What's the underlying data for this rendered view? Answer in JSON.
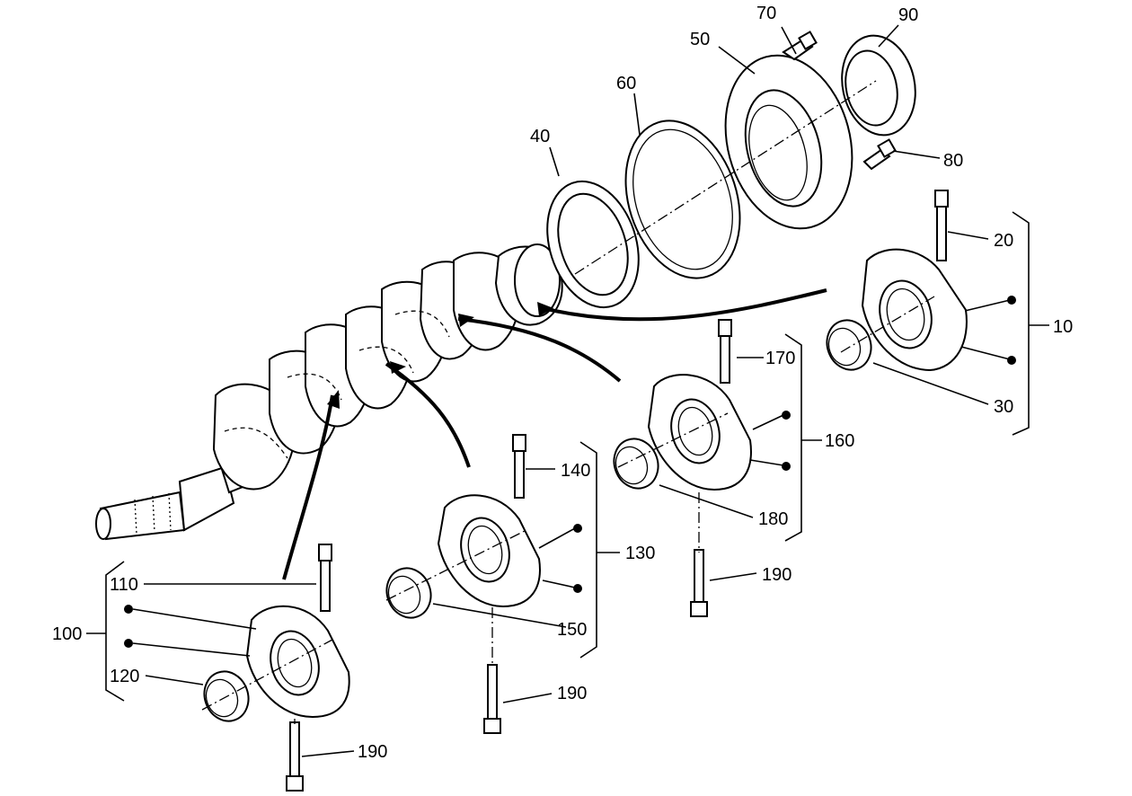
{
  "callouts": {
    "c10": "10",
    "c20": "20",
    "c30": "30",
    "c40": "40",
    "c50": "50",
    "c60": "60",
    "c70": "70",
    "c80": "80",
    "c90": "90",
    "c100": "100",
    "c110": "110",
    "c120": "120",
    "c130": "130",
    "c140": "140",
    "c150": "150",
    "c160": "160",
    "c170": "170",
    "c180": "180",
    "c190a": "190",
    "c190b": "190",
    "c190c": "190"
  }
}
